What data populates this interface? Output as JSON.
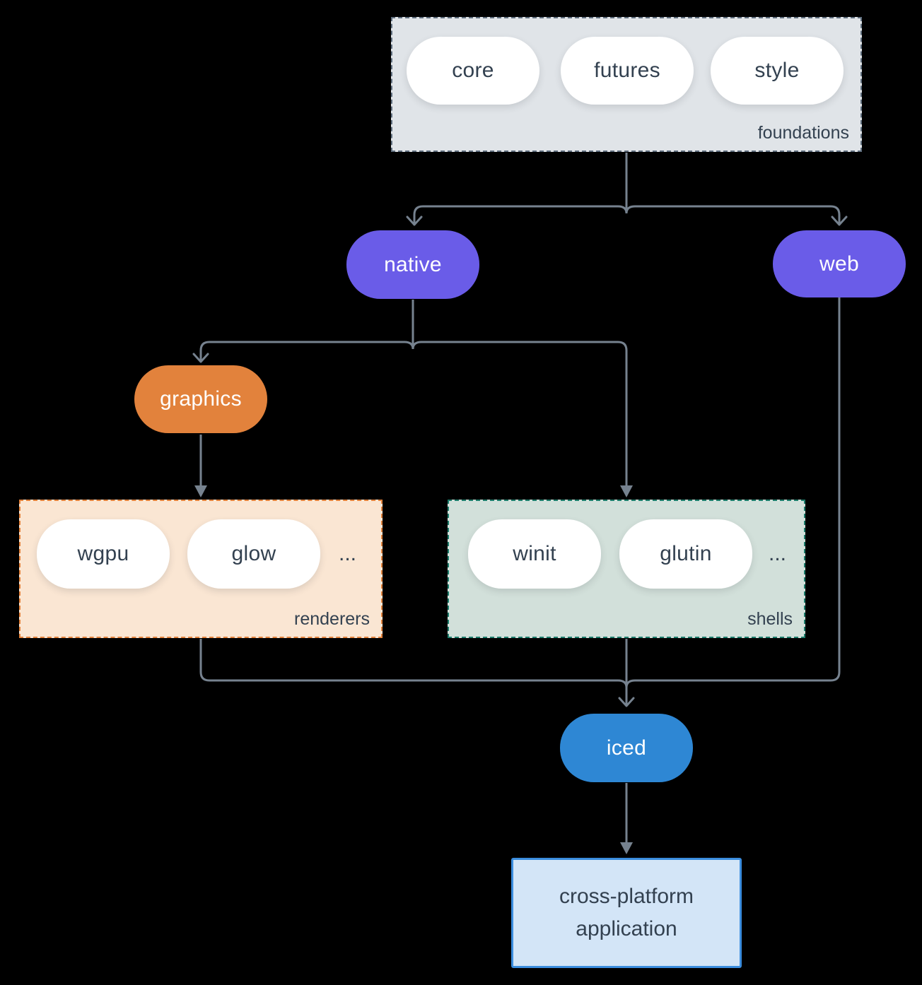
{
  "groups": {
    "foundations": {
      "label": "foundations",
      "pills": [
        "core",
        "futures",
        "style"
      ]
    },
    "renderers": {
      "label": "renderers",
      "pills": [
        "wgpu",
        "glow"
      ],
      "more": "..."
    },
    "shells": {
      "label": "shells",
      "pills": [
        "winit",
        "glutin"
      ],
      "more": "..."
    }
  },
  "nodes": {
    "native": {
      "label": "native"
    },
    "web": {
      "label": "web"
    },
    "graphics": {
      "label": "graphics"
    },
    "iced": {
      "label": "iced"
    }
  },
  "app": {
    "line1": "cross-platform",
    "line2": "application"
  },
  "colors": {
    "background": "#000000",
    "edge": "#76828F",
    "purple_node": "#6A5CE8",
    "orange_node": "#E2823C",
    "blue_node": "#2E87D4",
    "dark_text": "#334150",
    "foundations_fill": "#E0E4E8",
    "foundations_border": "#5F6E7E",
    "renderers_fill": "#FAE6D3",
    "renderers_border": "#E2823C",
    "shells_fill": "#D2E0DA",
    "shells_border": "#1E7E6D",
    "app_fill": "#D3E5F7",
    "app_border": "#3B8DDE"
  }
}
